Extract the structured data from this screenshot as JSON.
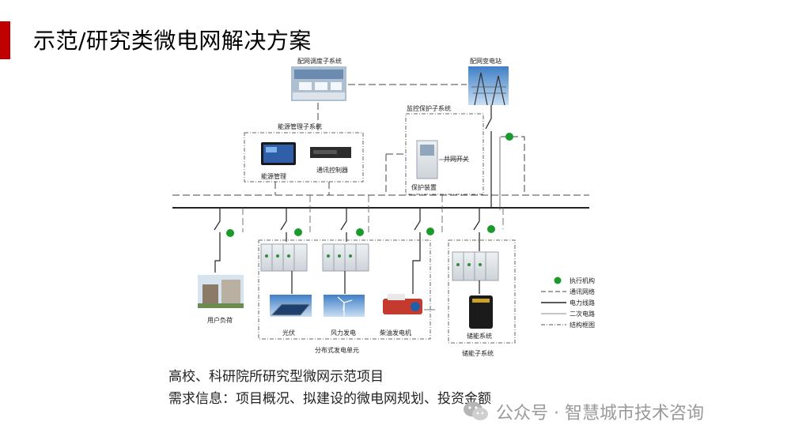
{
  "slide": {
    "title": "示范/研究类微电网解决方案",
    "accent_color": "#c00000"
  },
  "diagram": {
    "labels": {
      "dispatch": "配网调度子系统",
      "substation": "配网变电站",
      "monitor_protect": "监控保护子系统",
      "energy_mgmt_subsystem": "能源管理子系统",
      "energy_mgmt": "能源管理",
      "comm_controller": "通讯控制器",
      "grid_switch": "并网开关",
      "protection_device": "保护装置",
      "user_load": "用户负荷",
      "pv": "光伏",
      "wind": "风力发电",
      "diesel": "柴油发电机",
      "distributed_unit": "分布式发电单元",
      "storage": "储能系统",
      "storage_subsystem": "储能子系统"
    },
    "legend": [
      {
        "label": "执行机构",
        "symbol": "green-dot"
      },
      {
        "label": "通讯网络",
        "symbol": "long-dash"
      },
      {
        "label": "电力线路",
        "symbol": "solid-thick"
      },
      {
        "label": "二次电路",
        "symbol": "solid-thin"
      },
      {
        "label": "结构框图",
        "symbol": "dash-dot"
      }
    ],
    "colors": {
      "actuator": "#1a9a2a",
      "line": "#333333",
      "equipment": "#e3e6ea"
    }
  },
  "captions": {
    "line1": "高校、科研院所研究型微网示范项目",
    "line2": "需求信息：项目概况、拟建设的微电网规划、投资金额"
  },
  "watermark": {
    "text": "公众号 · 智慧城市技术咨询",
    "icon": "wechat-icon"
  }
}
